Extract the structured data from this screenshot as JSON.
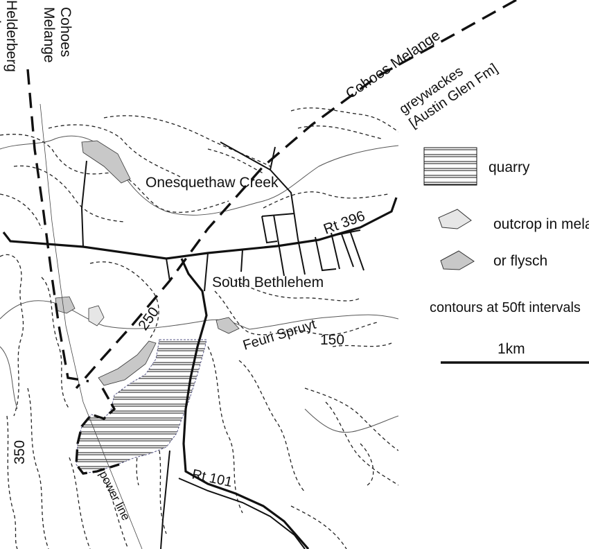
{
  "units": {
    "cohoes_left": "Cohoes\nMelange",
    "helderberg": "Helderberg\ncarbonates",
    "cohoes_right": "Cohoes Melange",
    "greywackes_line1": "greywackes",
    "greywackes_line2": "[Austin Glen Fm]"
  },
  "features": {
    "creek": "Onesquethaw Creek",
    "village": "South Bethlehem",
    "spruyt": "Feuri Spruyt",
    "road_396": "Rt 396",
    "road_101": "Rt 101",
    "power_line": "power line"
  },
  "contour_labels": {
    "c250": "250",
    "c150": "150",
    "c350": "350"
  },
  "legend": {
    "quarry": "quarry",
    "outcrop_line1": "outcrop in melange",
    "outcrop_line2": "or  flysch",
    "contours": "contours at 50ft intervals",
    "scale": "1km"
  },
  "colors": {
    "outcrop_light": "#e6e6e6",
    "outcrop_dark": "#c8c8c8",
    "quarry_outline": "#5a5a8a"
  }
}
